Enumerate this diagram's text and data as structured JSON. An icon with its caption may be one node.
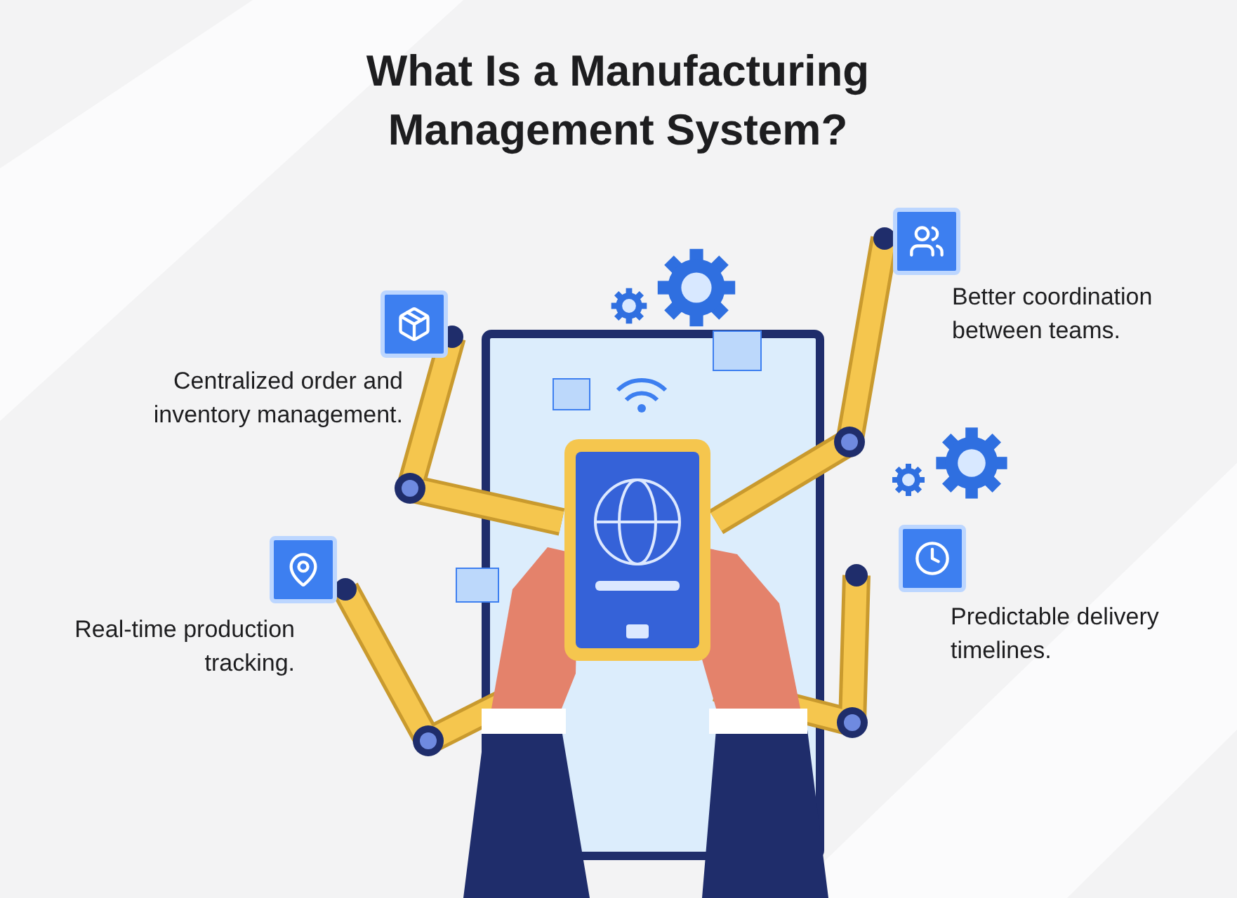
{
  "diagram": {
    "title": "What Is a Manufacturing Management System?",
    "labels": [
      "Better coordination between teams.",
      "Centralized order and inventory management.",
      "Predictable delivery timelines.",
      "Real-time production tracking."
    ]
  }
}
